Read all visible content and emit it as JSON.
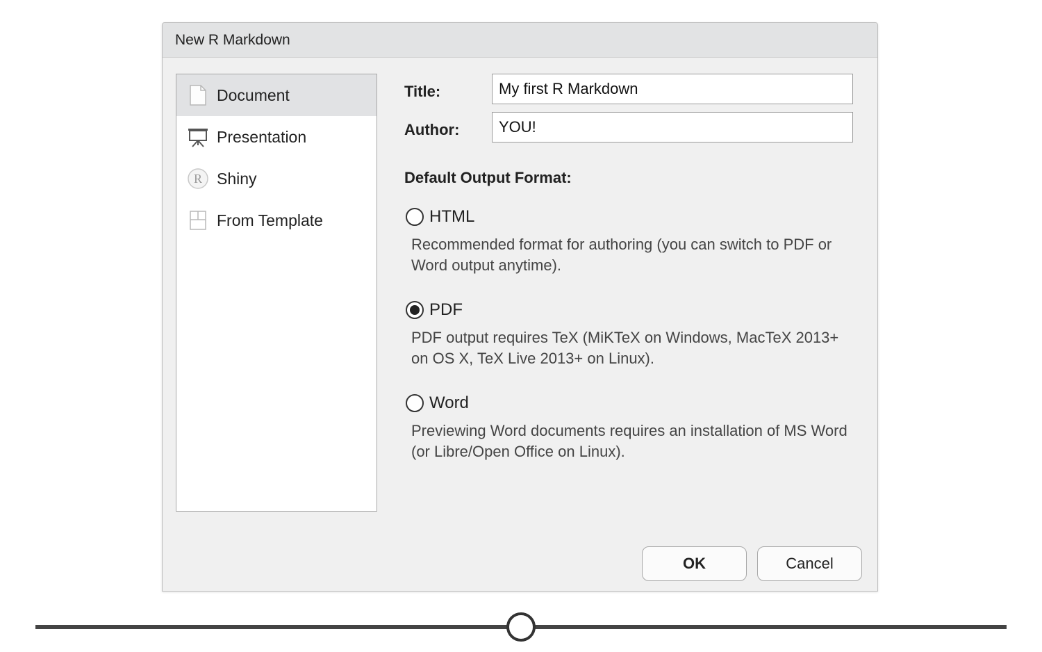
{
  "window": {
    "title": "New R Markdown"
  },
  "sidebar": {
    "items": [
      {
        "label": "Document",
        "icon": "document-icon",
        "selected": true
      },
      {
        "label": "Presentation",
        "icon": "presentation-icon",
        "selected": false
      },
      {
        "label": "Shiny",
        "icon": "shiny-r-icon",
        "selected": false
      },
      {
        "label": "From Template",
        "icon": "template-icon",
        "selected": false
      }
    ]
  },
  "form": {
    "title_label": "Title:",
    "title_value": "My first R Markdown",
    "author_label": "Author:",
    "author_value": "YOU!"
  },
  "output": {
    "heading": "Default Output Format:",
    "selected": "PDF",
    "options": [
      {
        "label": "HTML",
        "description": "Recommended format for authoring (you can switch to PDF or Word output anytime)."
      },
      {
        "label": "PDF",
        "description": "PDF output requires TeX (MiKTeX on Windows, MacTeX 2013+ on OS X, TeX Live 2013+ on Linux)."
      },
      {
        "label": "Word",
        "description": "Previewing Word documents requires an installation of MS Word (or Libre/Open Office on Linux)."
      }
    ]
  },
  "buttons": {
    "ok": "OK",
    "cancel": "Cancel"
  },
  "colors": {
    "titlebar": "#e2e3e4",
    "dialog_bg": "#f0f0f0",
    "selected_item": "#e1e2e4"
  }
}
